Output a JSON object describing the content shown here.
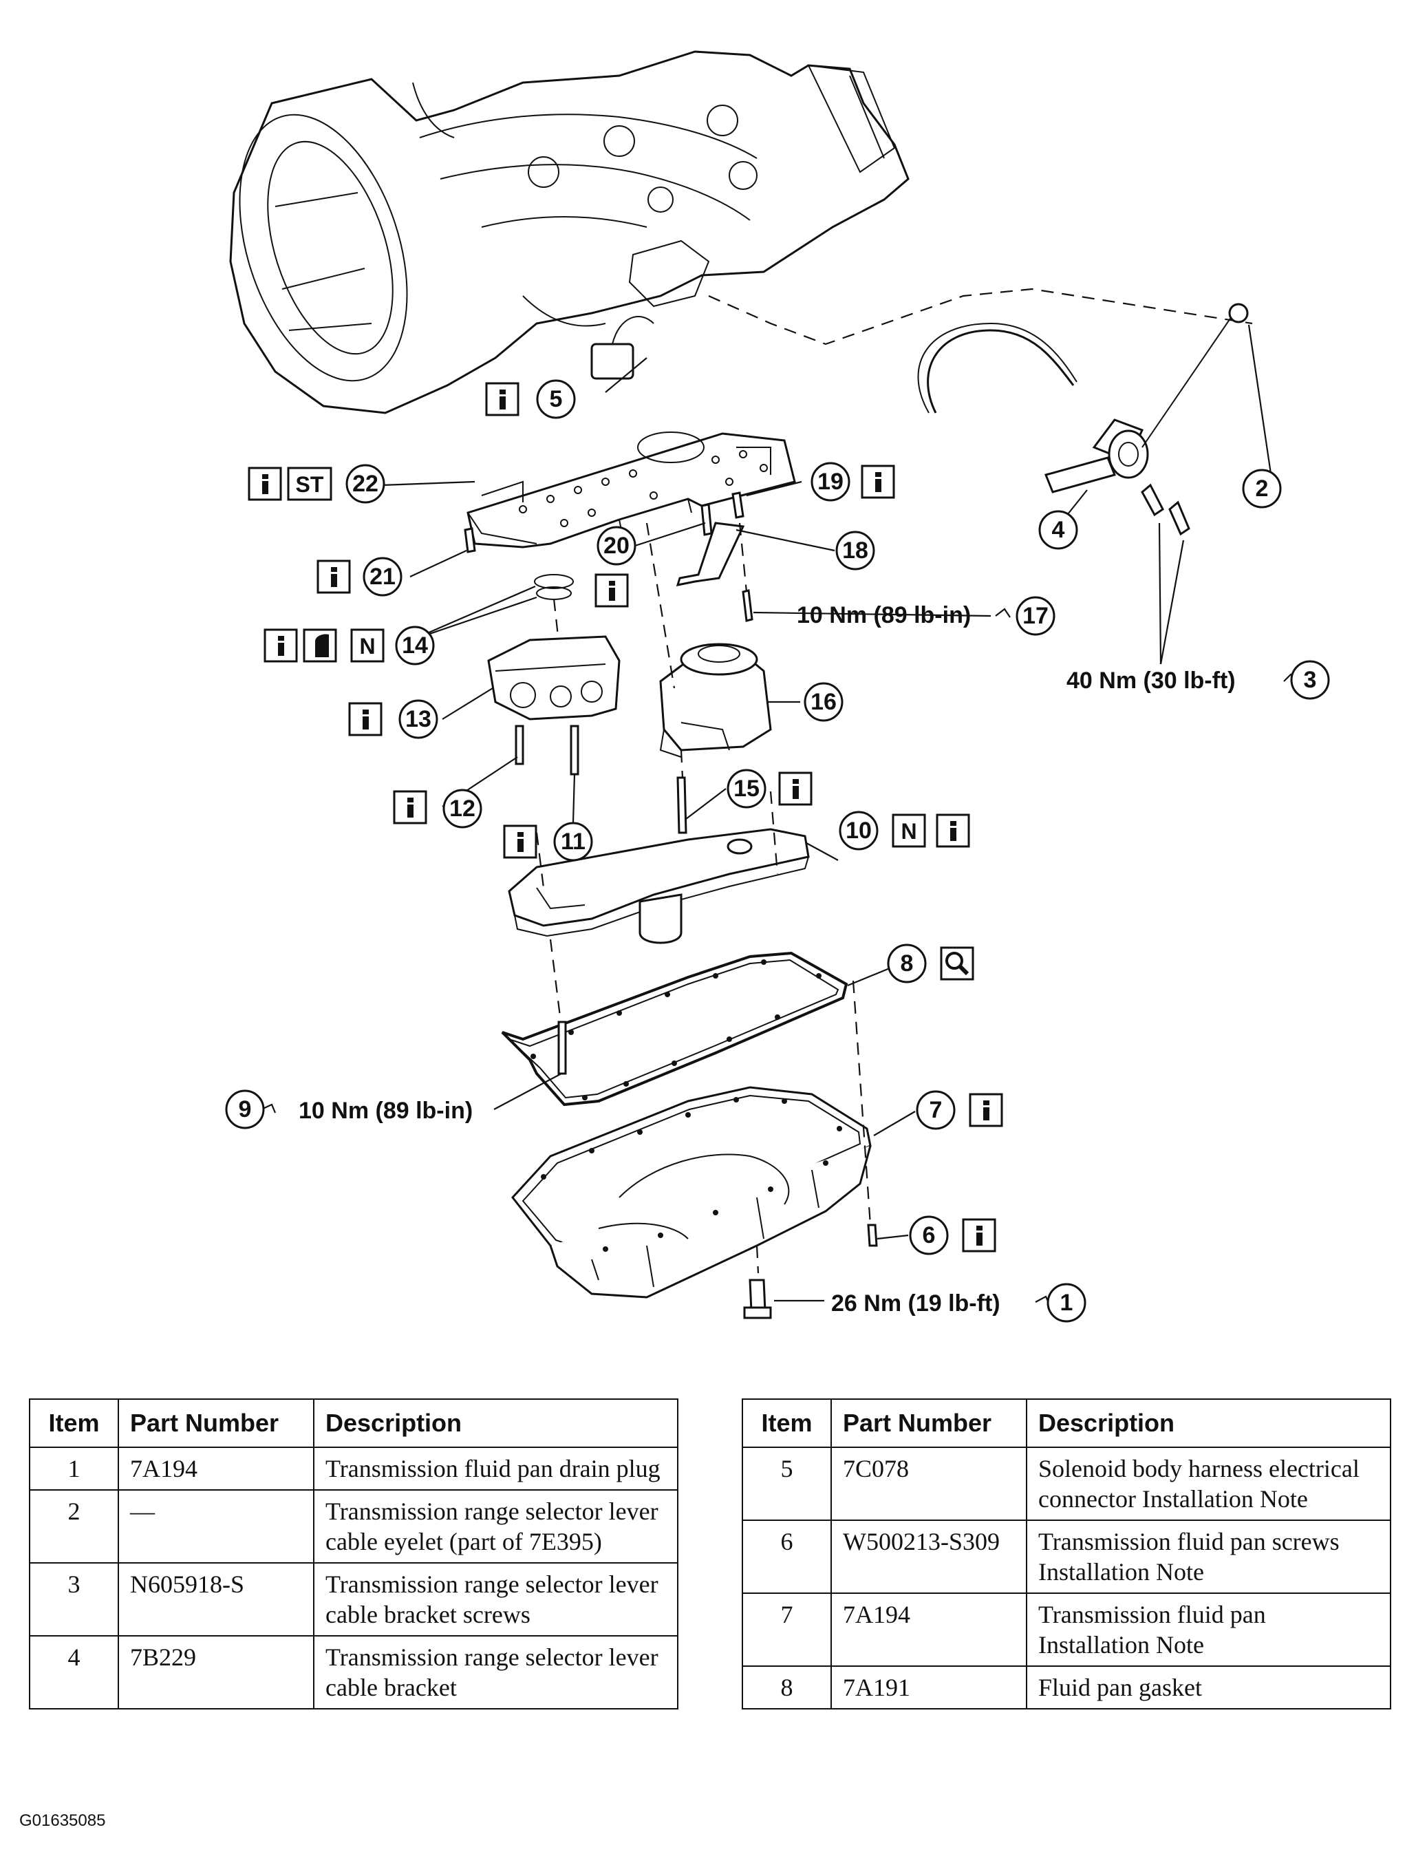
{
  "callouts": {
    "c1": "1",
    "c2": "2",
    "c3": "3",
    "c4": "4",
    "c5": "5",
    "c6": "6",
    "c7": "7",
    "c8": "8",
    "c9": "9",
    "c10": "10",
    "c11": "11",
    "c12": "12",
    "c13": "13",
    "c14": "14",
    "c15": "15",
    "c16": "16",
    "c17": "17",
    "c18": "18",
    "c19": "19",
    "c20": "20",
    "c21": "21",
    "c22": "22"
  },
  "torques": {
    "t1": "26 Nm (19 lb-ft)",
    "t3": "40 Nm (30 lb-ft)",
    "t9": "10 Nm (89 lb-in)",
    "t17": "10 Nm (89 lb-in)"
  },
  "badges": {
    "info": "i",
    "special_tool": "ST",
    "new": "N"
  },
  "icons": {
    "info_badge": "info-i-icon",
    "special_tool_badge": "special-tool-icon",
    "new_part_badge": "new-part-icon",
    "lubricate_badge": "lubricant-icon",
    "inspect_badge": "magnifier-icon"
  },
  "table_headers": {
    "item": "Item",
    "part_number": "Part Number",
    "description": "Description"
  },
  "table_left": [
    {
      "item": "1",
      "part": "7A194",
      "desc": "Transmission fluid pan drain plug"
    },
    {
      "item": "2",
      "part": "—",
      "desc": "Transmission range selector lever cable eyelet (part of 7E395)"
    },
    {
      "item": "3",
      "part": "N605918-S",
      "desc": "Transmission range selector lever cable bracket screws"
    },
    {
      "item": "4",
      "part": "7B229",
      "desc": "Transmission range selector lever cable bracket"
    }
  ],
  "table_right": [
    {
      "item": "5",
      "part": "7C078",
      "desc": "Solenoid body harness electrical connector Installation Note"
    },
    {
      "item": "6",
      "part": "W500213-S309",
      "desc": "Transmission fluid pan screws Installation Note"
    },
    {
      "item": "7",
      "part": "7A194",
      "desc": "Transmission fluid pan Installation Note"
    },
    {
      "item": "8",
      "part": "7A191",
      "desc": "Fluid pan gasket"
    }
  ],
  "figure_code": "G01635085"
}
